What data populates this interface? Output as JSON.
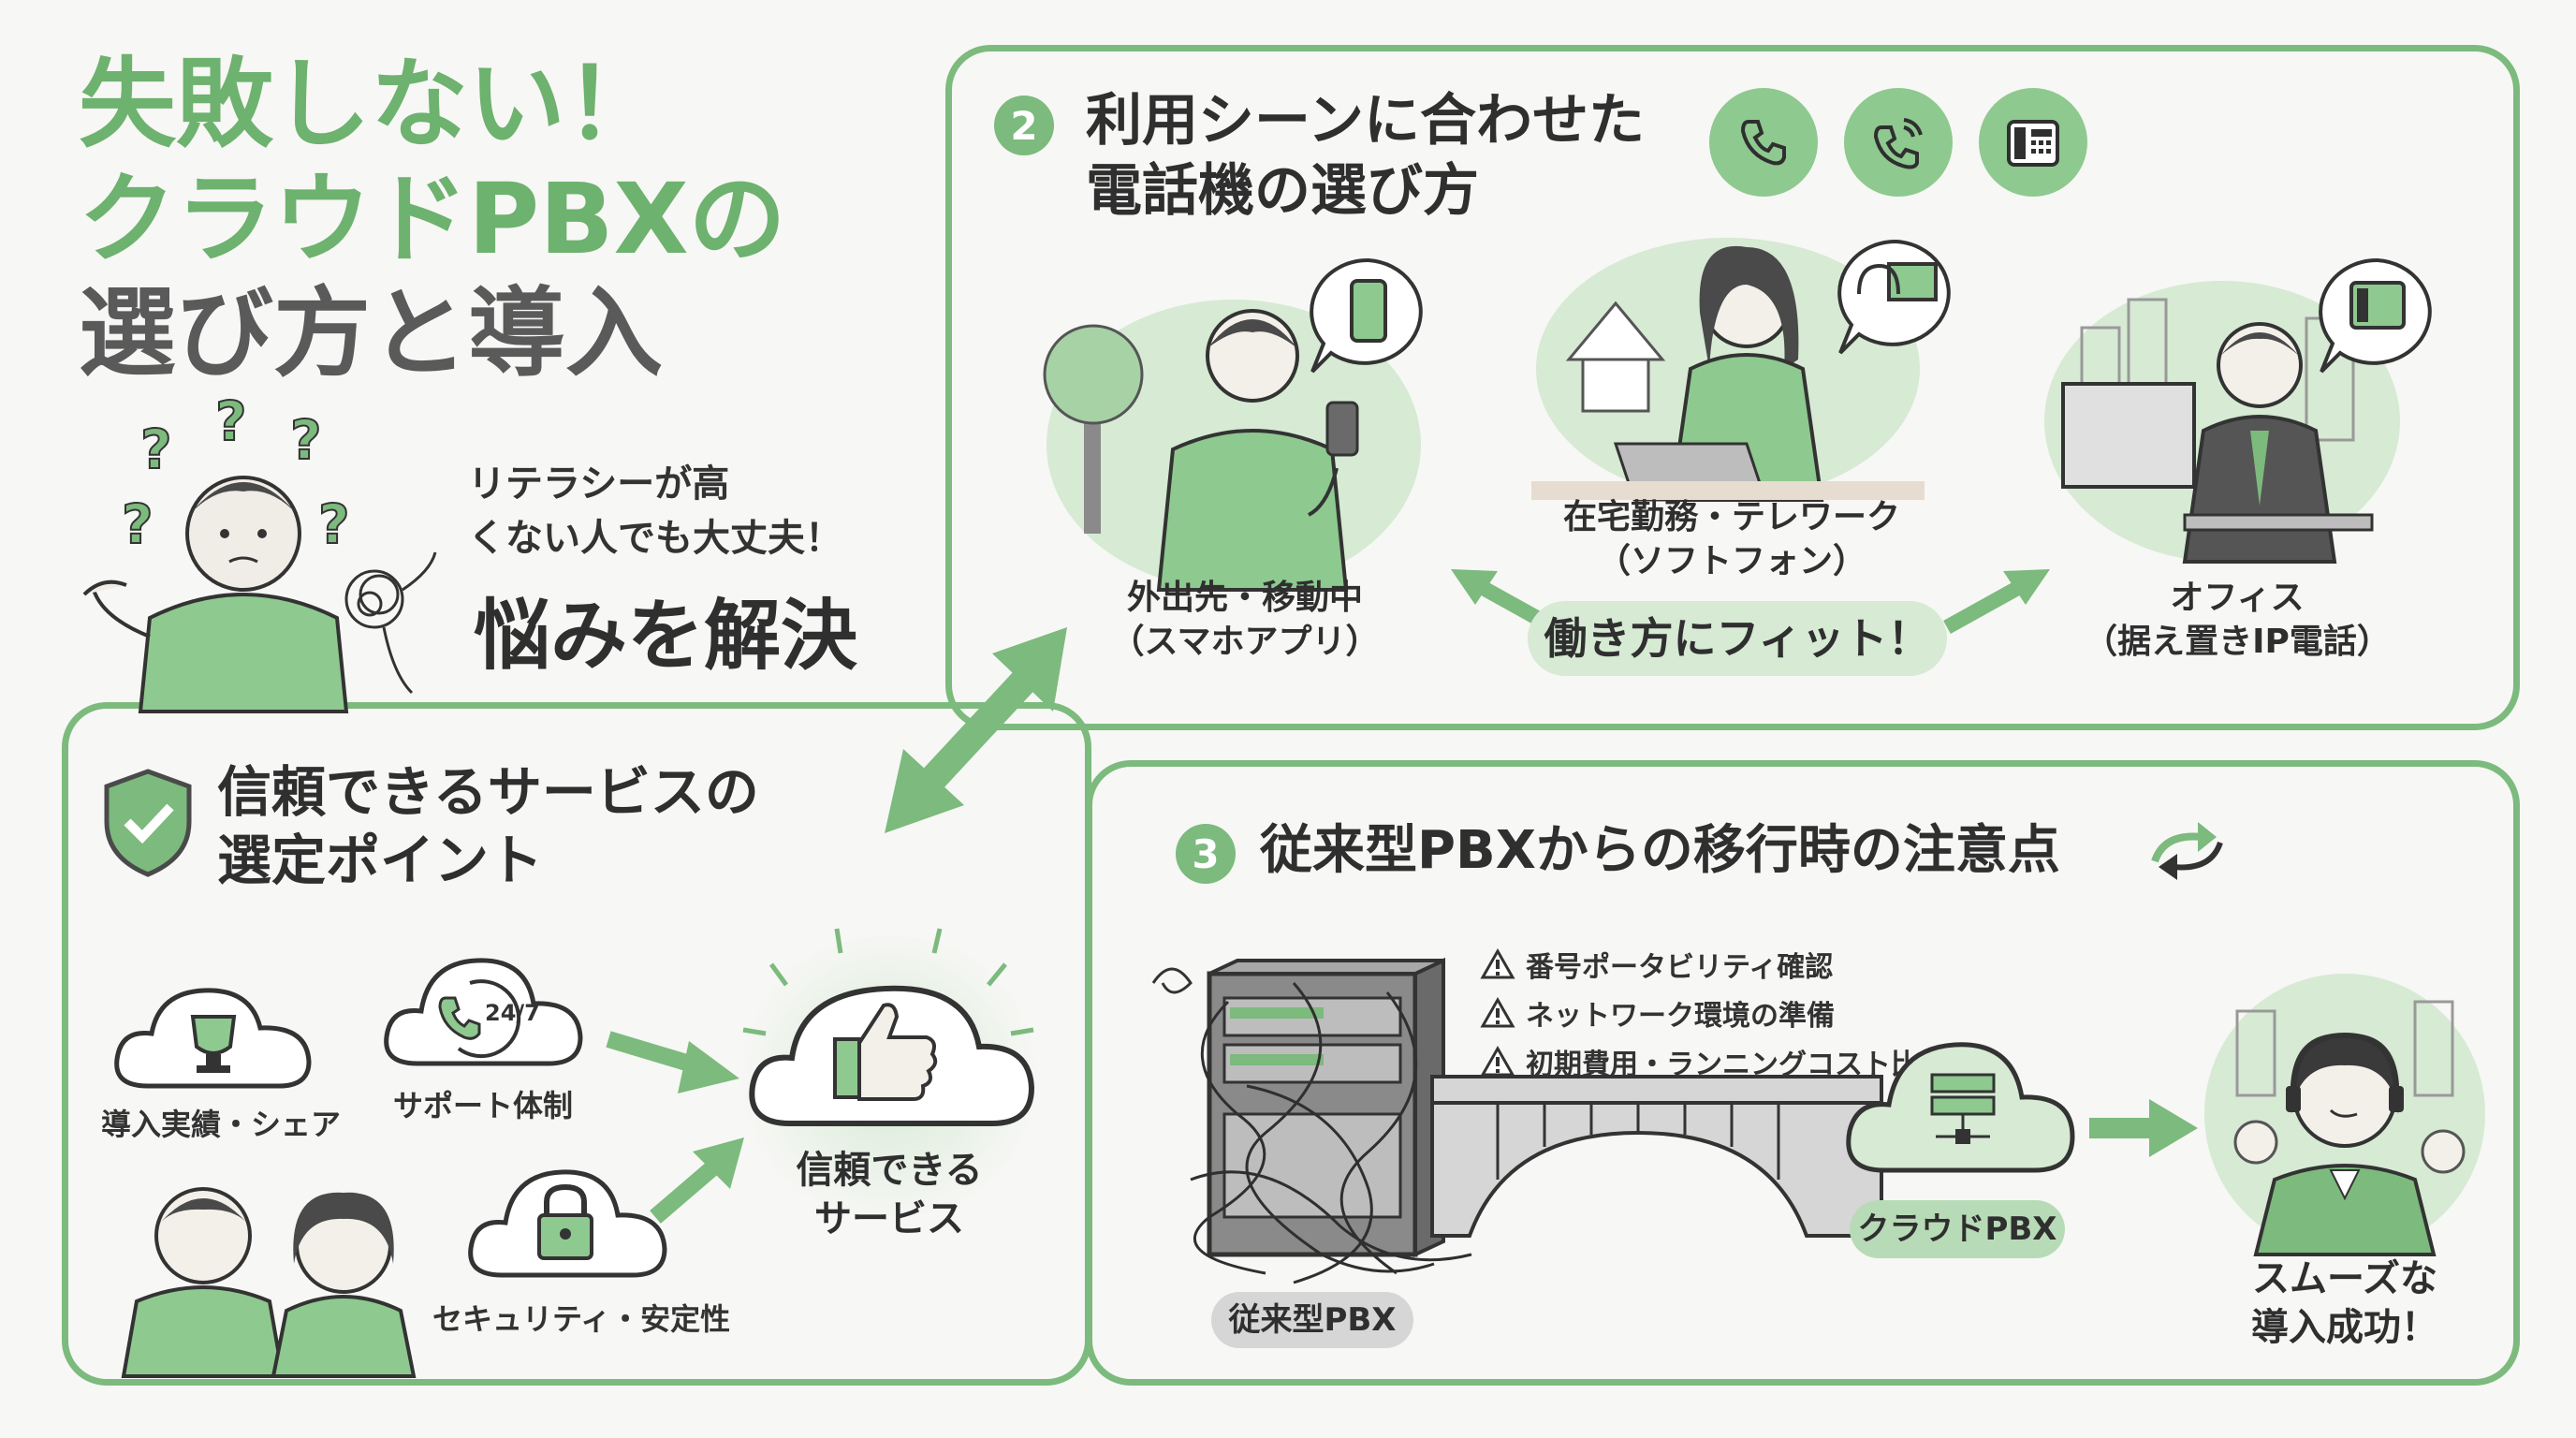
{
  "main_title": {
    "line1": "失敗しない！",
    "line2": "クラウドPBXの",
    "line3": "選び方と導入"
  },
  "intro": {
    "caption_line1": "リテラシーが高",
    "caption_line2": "くない人でも大丈夫！",
    "headline": "悩みを解決"
  },
  "section2": {
    "number": "2",
    "title_line1": "利用シーンに合わせた",
    "title_line2": "電話機の選び方",
    "scenes": [
      {
        "label": "外出先・移動中",
        "sub": "（スマホアプリ）"
      },
      {
        "label": "在宅勤務・テレワーク",
        "sub": "（ソフトフォン）"
      },
      {
        "label": "オフィス",
        "sub": "（据え置きIP電話）"
      }
    ],
    "fit_label": "働き方にフィット！"
  },
  "section1": {
    "title_line1": "信頼できるサービスの",
    "title_line2": "選定ポイント",
    "points": [
      "導入実績・シェア",
      "サポート体制",
      "セキュリティ・安定性"
    ],
    "support_badge": "24/7",
    "result_line1": "信頼できる",
    "result_line2": "サービス"
  },
  "section3": {
    "number": "3",
    "title": "従来型PBXからの移行時の注意点",
    "warnings": [
      "番号ポータビリティ確認",
      "ネットワーク環境の準備",
      "初期費用・ランニングコスト比較"
    ],
    "legacy_label": "従来型PBX",
    "cloud_label": "クラウドPBX",
    "success_line1": "スムーズな",
    "success_line2": "導入成功！"
  },
  "colors": {
    "accent": "#7cba7d",
    "accent_light": "#d6ead4",
    "title_green": "#6db26e",
    "text": "#2f2f2f"
  }
}
